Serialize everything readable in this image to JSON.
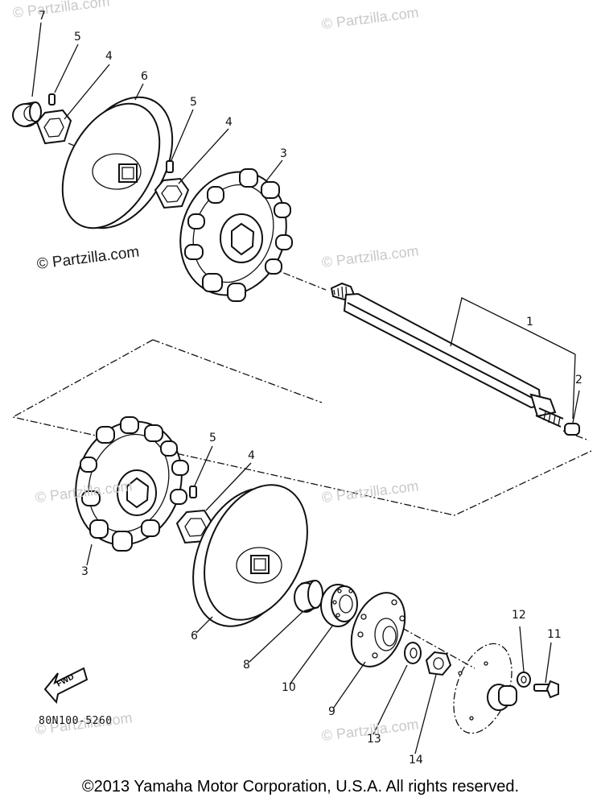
{
  "watermarks": {
    "top_left": "© Partzilla.com",
    "top_right": "© Partzilla.com",
    "mid_left": "© Partzilla.com",
    "mid_right": "© Partzilla.com",
    "low_left": "© Partzilla.com",
    "low_right": "© Partzilla.com",
    "bottom_left": "© Partzilla.com",
    "bottom_right": "© Partzilla.com"
  },
  "part_labels": {
    "p7": "7",
    "p5a": "5",
    "p4a": "4",
    "p6a": "6",
    "p5b": "5",
    "p4b": "4",
    "p3a": "3",
    "p1": "1",
    "p2": "2",
    "p5c": "5",
    "p4c": "4",
    "p3b": "3",
    "p6b": "6",
    "p8": "8",
    "p10": "10",
    "p9": "9",
    "p12": "12",
    "p11": "11",
    "p13": "13",
    "p14": "14"
  },
  "fwd_label": "FWD",
  "diagram_code": "80N100-5260",
  "copyright": "©2013  Yamaha Motor Corporation, U.S.A. All rights reserved."
}
